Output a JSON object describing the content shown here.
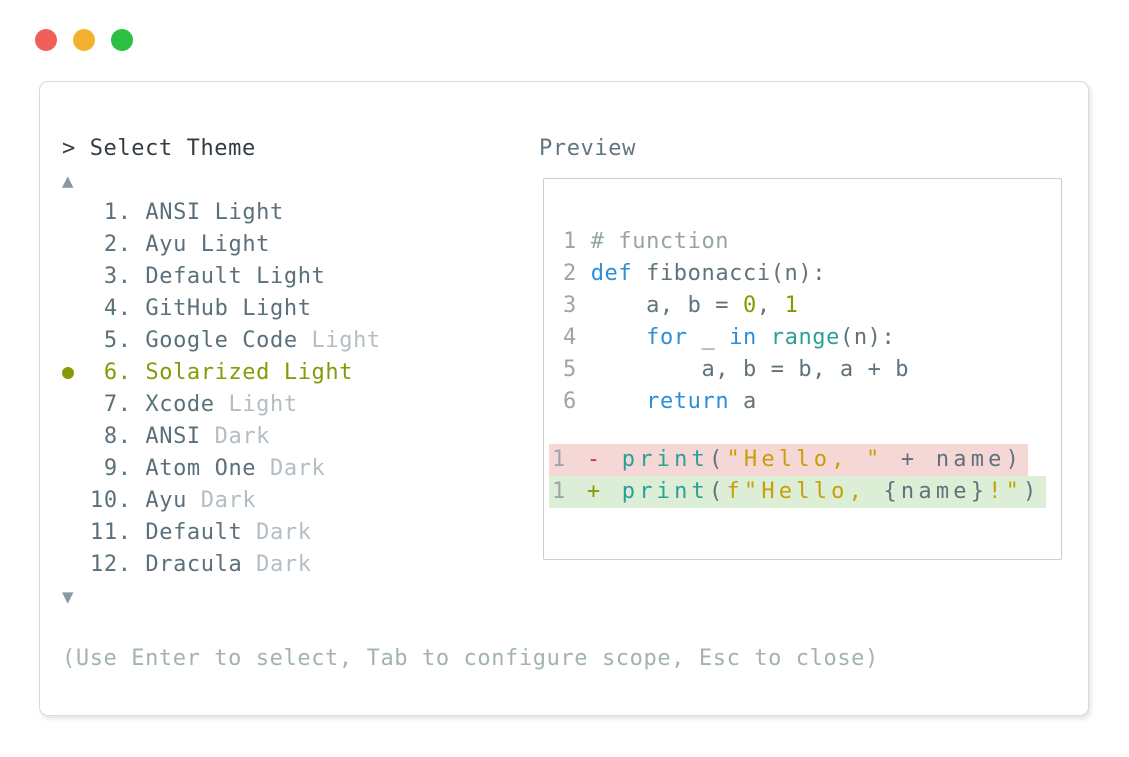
{
  "window": {
    "traffic_lights": {
      "close_color": "#f0605a",
      "minimize_color": "#f2b230",
      "zoom_color": "#2dbe44"
    }
  },
  "prompt": {
    "caret": "> ",
    "label": "Select Theme"
  },
  "scroll": {
    "up_arrow": "▲",
    "down_arrow": "▼"
  },
  "theme_list": {
    "items": [
      {
        "number": " 1. ",
        "name": "ANSI",
        "suffix": "Light",
        "dim": false,
        "selected": false
      },
      {
        "number": " 2. ",
        "name": "Ayu",
        "suffix": "Light",
        "dim": false,
        "selected": false
      },
      {
        "number": " 3. ",
        "name": "Default",
        "suffix": "Light",
        "dim": false,
        "selected": false
      },
      {
        "number": " 4. ",
        "name": "GitHub",
        "suffix": "Light",
        "dim": false,
        "selected": false
      },
      {
        "number": " 5. ",
        "name": "Google Code",
        "suffix": "Light",
        "dim": true,
        "selected": false
      },
      {
        "number": " 6. ",
        "name": "Solarized",
        "suffix": "Light",
        "dim": false,
        "selected": true
      },
      {
        "number": " 7. ",
        "name": "Xcode",
        "suffix": "Light",
        "dim": true,
        "selected": false
      },
      {
        "number": " 8. ",
        "name": "ANSI",
        "suffix": "Dark",
        "dim": true,
        "selected": false
      },
      {
        "number": " 9. ",
        "name": "Atom One",
        "suffix": "Dark",
        "dim": true,
        "selected": false
      },
      {
        "number": "10. ",
        "name": "Ayu",
        "suffix": "Dark",
        "dim": true,
        "selected": false
      },
      {
        "number": "11. ",
        "name": "Default",
        "suffix": "Dark",
        "dim": true,
        "selected": false
      },
      {
        "number": "12. ",
        "name": "Dracula",
        "suffix": "Dark",
        "dim": true,
        "selected": false
      }
    ]
  },
  "preview": {
    "label": "Preview",
    "code_lines": [
      {
        "segments": [
          {
            "text": "1 ",
            "color": "lineno"
          },
          {
            "text": "# function",
            "color": "comment"
          }
        ]
      },
      {
        "segments": [
          {
            "text": "2 ",
            "color": "lineno"
          },
          {
            "text": "def",
            "color": "keyword"
          },
          {
            "text": " fibonacci(n):",
            "color": "plain"
          }
        ]
      },
      {
        "segments": [
          {
            "text": "3 ",
            "color": "lineno"
          },
          {
            "text": "    a, b = ",
            "color": "plain"
          },
          {
            "text": "0",
            "color": "number"
          },
          {
            "text": ", ",
            "color": "plain"
          },
          {
            "text": "1",
            "color": "number"
          }
        ]
      },
      {
        "segments": [
          {
            "text": "4 ",
            "color": "lineno"
          },
          {
            "text": "    ",
            "color": "plain"
          },
          {
            "text": "for",
            "color": "keyword"
          },
          {
            "text": " _ ",
            "color": "plain"
          },
          {
            "text": "in",
            "color": "keyword"
          },
          {
            "text": " ",
            "color": "plain"
          },
          {
            "text": "range",
            "color": "function"
          },
          {
            "text": "(n):",
            "color": "plain"
          }
        ]
      },
      {
        "segments": [
          {
            "text": "5 ",
            "color": "lineno"
          },
          {
            "text": "        a, b = b, a + b",
            "color": "plain"
          }
        ]
      },
      {
        "segments": [
          {
            "text": "6 ",
            "color": "lineno"
          },
          {
            "text": "    ",
            "color": "plain"
          },
          {
            "text": "return",
            "color": "keyword"
          },
          {
            "text": " a",
            "color": "plain"
          }
        ]
      }
    ],
    "diff_lines": [
      {
        "kind": "removed",
        "segments": [
          {
            "text": "1 ",
            "color": "lineno"
          },
          {
            "text": "- ",
            "color": "diff-minus"
          },
          {
            "text": "print",
            "color": "function"
          },
          {
            "text": "(",
            "color": "plain"
          },
          {
            "text": "\"Hello, \"",
            "color": "string"
          },
          {
            "text": " + name)",
            "color": "plain"
          }
        ]
      },
      {
        "kind": "added",
        "segments": [
          {
            "text": "1 ",
            "color": "lineno"
          },
          {
            "text": "+ ",
            "color": "diff-plus"
          },
          {
            "text": "print",
            "color": "function"
          },
          {
            "text": "(",
            "color": "plain"
          },
          {
            "text": "f\"Hello, ",
            "color": "string"
          },
          {
            "text": "{name}",
            "color": "plain"
          },
          {
            "text": "!\"",
            "color": "string"
          },
          {
            "text": ")",
            "color": "plain"
          }
        ]
      }
    ]
  },
  "footer": {
    "hint": "(Use Enter to select, Tab to configure scope, Esc to close)"
  },
  "palette": {
    "prompt": "#333c42",
    "arrow": "#8a979e",
    "item": "#5a707b",
    "item-dim": "#b2bec3",
    "selected": "#879a06",
    "preview-label": "#627680",
    "footer": "#a3b2b2",
    "panel-border": "#d6dbdb",
    "box-border": "#c9cfd2",
    "plain": "#60737d",
    "lineno": "#9ba6a9",
    "comment": "#97a4a6",
    "keyword": "#2e8fd9",
    "function": "#2aa198",
    "string": "#c7a008",
    "number": "#859900",
    "diff-minus": "#dc322f",
    "diff-plus": "#859900",
    "diff-removed-bg": "#f5d8d6",
    "diff-added-bg": "#ddeed7",
    "close": "#f0605a",
    "minimize": "#f2b230",
    "zoomdot": "#2dbe44"
  }
}
